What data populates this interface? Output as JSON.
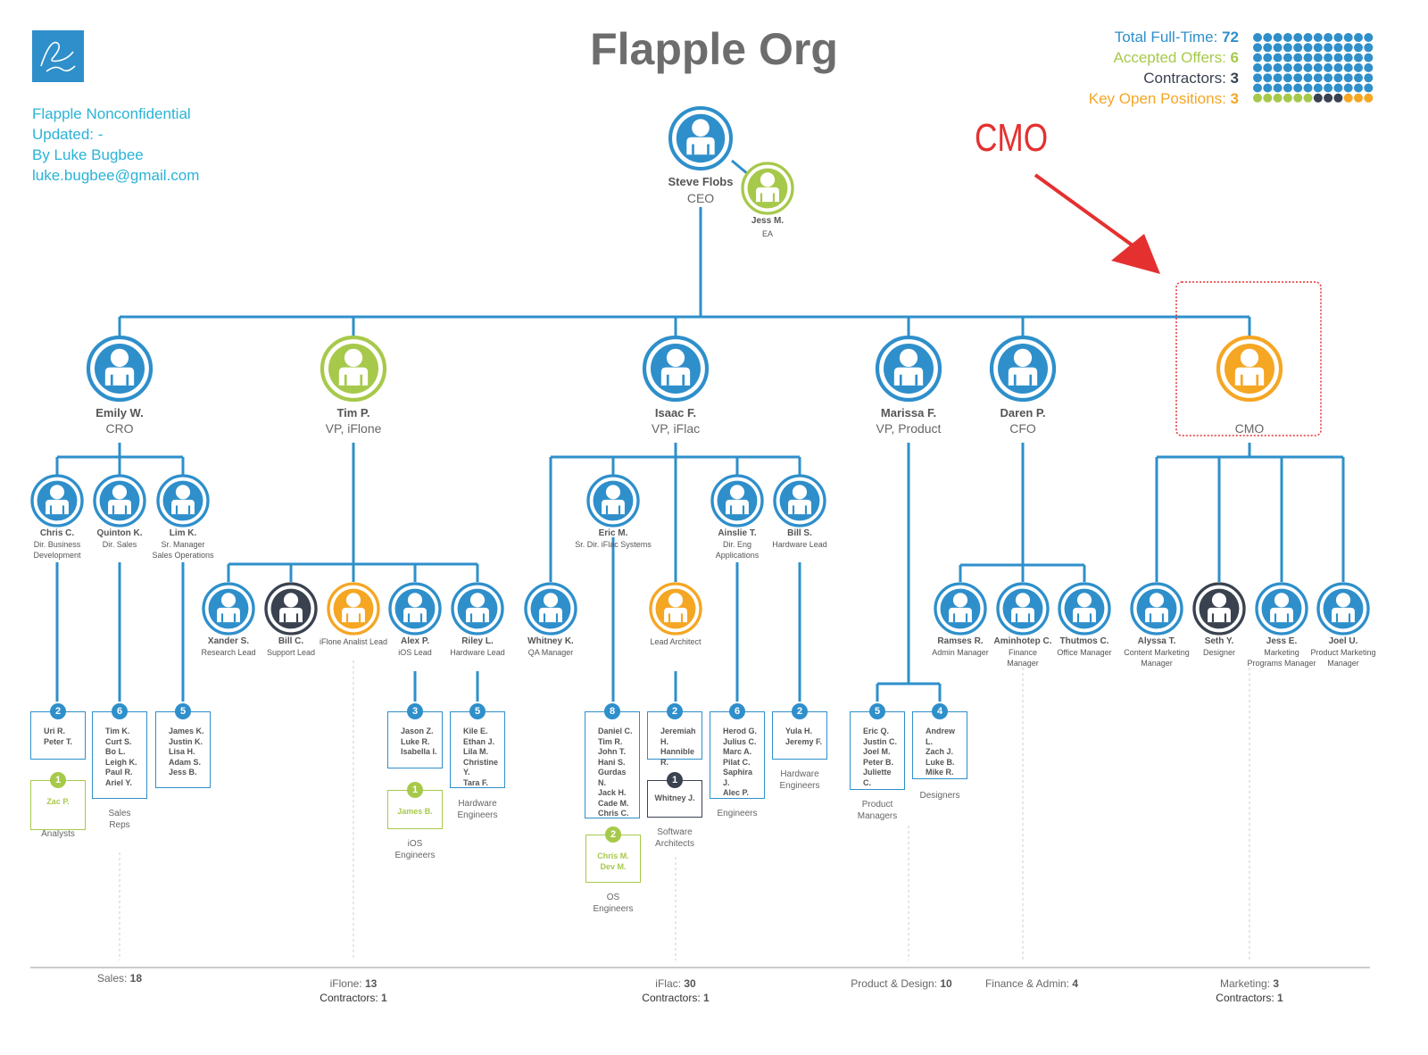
{
  "title": "Flapple Org",
  "info": [
    "Flapple  Nonconfidential",
    "Updated: -",
    "By Luke Bugbee",
    "luke.bugbee@gmail.com"
  ],
  "stats": [
    {
      "label": "Total Full-Time:",
      "value": "72",
      "color": "#2e8fcb"
    },
    {
      "label": "Accepted Offers:",
      "value": "6",
      "color": "#a7c94b"
    },
    {
      "label": "Contractors:",
      "value": "3",
      "color": "#3a4250"
    },
    {
      "label": "Key Open Positions:",
      "value": "3",
      "color": "#f5a623"
    }
  ],
  "dot_grid": {
    "total": 84,
    "full_time": 72,
    "accepted": 6,
    "contractors": 3,
    "open": 3
  },
  "annotation": "CMO",
  "colors": {
    "employee": "#2e8fcb",
    "accepted": "#a7c94b",
    "contractor": "#3a4250",
    "open": "#f5a623",
    "annotation": "#e53030"
  },
  "ceo": {
    "name": "Steve Flobs",
    "role": "CEO"
  },
  "ea": {
    "name": "Jess M.",
    "role": "EA"
  },
  "execs": [
    {
      "name": "Emily W.",
      "role": "CRO"
    },
    {
      "name": "Tim P.",
      "role": "VP, iFlone"
    },
    {
      "name": "Isaac F.",
      "role": "VP, iFlac"
    },
    {
      "name": "Marissa F.",
      "role": "VP, Product"
    },
    {
      "name": "Daren P.",
      "role": "CFO"
    },
    {
      "name": "",
      "role": "CMO"
    }
  ],
  "level2": [
    {
      "name": "Chris C.",
      "role": [
        "Dir. Business",
        "Development"
      ]
    },
    {
      "name": "Quinton K.",
      "role": [
        "Dir. Sales"
      ]
    },
    {
      "name": "Lim K.",
      "role": [
        "Sr. Manager",
        "Sales Operations"
      ]
    },
    {
      "name": "Eric M.",
      "role": [
        "Sr. Dir. iFlac Systems"
      ]
    },
    {
      "name": "Ainslie T.",
      "role": [
        "Dir. Eng",
        "Applications"
      ]
    },
    {
      "name": "Bill S.",
      "role": [
        "Hardware Lead"
      ]
    }
  ],
  "level3": [
    {
      "name": "Xander S.",
      "role": [
        "Research Lead"
      ]
    },
    {
      "name": "Bill C.",
      "role": [
        "Support Lead"
      ]
    },
    {
      "name": "",
      "role": [
        "iFlone Analist Lead"
      ]
    },
    {
      "name": "Alex P.",
      "role": [
        "iOS Lead"
      ]
    },
    {
      "name": "Riley L.",
      "role": [
        "Hardware Lead"
      ]
    },
    {
      "name": "Whitney K.",
      "role": [
        "QA Manager"
      ]
    },
    {
      "name": "",
      "role": [
        "Lead Architect"
      ]
    },
    {
      "name": "Ramses R.",
      "role": [
        "Admin Manager"
      ]
    },
    {
      "name": "Aminhotep C.",
      "role": [
        "Finance",
        "Manager"
      ]
    },
    {
      "name": "Thutmos C.",
      "role": [
        "Office Manager"
      ]
    },
    {
      "name": "Alyssa T.",
      "role": [
        "Content Marketing",
        "Manager"
      ]
    },
    {
      "name": "Seth Y.",
      "role": [
        "Designer"
      ]
    },
    {
      "name": "Jess E.",
      "role": [
        "Marketing",
        "Programs Manager"
      ]
    },
    {
      "name": "Joel U.",
      "role": [
        "Product Marketing",
        "Manager"
      ]
    }
  ],
  "teams": [
    {
      "count": "2",
      "members": [
        "Uri R.",
        "Peter T."
      ],
      "label": [
        "Analysts"
      ]
    },
    {
      "count": "1",
      "members": [
        "Zac P."
      ],
      "label": []
    },
    {
      "count": "6",
      "members": [
        "Tim K.",
        "Curt S.",
        "Bo L.",
        "Leigh K.",
        "Paul R.",
        "Ariel Y."
      ],
      "label": [
        "Sales",
        "Reps"
      ]
    },
    {
      "count": "5",
      "members": [
        "James K.",
        "Justin K.",
        "Lisa H.",
        "Adam S.",
        "Jess B."
      ],
      "label": []
    },
    {
      "count": "3",
      "members": [
        "Jason Z.",
        "Luke R.",
        "Isabella I."
      ],
      "label": [
        "iOS",
        "Engineers"
      ]
    },
    {
      "count": "1",
      "members": [
        "James B."
      ],
      "label": []
    },
    {
      "count": "5",
      "members": [
        "Kile E.",
        "Ethan J.",
        "Lila M.",
        "Christine Y.",
        "Tara F."
      ],
      "label": [
        "Hardware",
        "Engineers"
      ]
    },
    {
      "count": "8",
      "members": [
        "Daniel C.",
        "Tim R.",
        "John T.",
        "Hani S.",
        "Gurdas N.",
        "Jack H.",
        "Cade M.",
        "Chris C."
      ],
      "label": []
    },
    {
      "count": "2",
      "members": [
        "Chris M.",
        "Dev M."
      ],
      "label": [
        "OS",
        "Engineers"
      ]
    },
    {
      "count": "2",
      "members": [
        "Jeremiah H.",
        "Hannible R."
      ],
      "label": []
    },
    {
      "count": "1",
      "members": [
        "Whitney J."
      ],
      "label": [
        "Software",
        "Architects"
      ]
    },
    {
      "count": "6",
      "members": [
        "Herod G.",
        "Julius C.",
        "Marc A.",
        "Pilat C.",
        "Saphira J.",
        "Alec P."
      ],
      "label": [
        "Engineers"
      ]
    },
    {
      "count": "2",
      "members": [
        "Yula H.",
        "Jeremy F."
      ],
      "label": [
        "Hardware",
        "Engineers"
      ]
    },
    {
      "count": "5",
      "members": [
        "Eric Q.",
        "Justin C.",
        "Joel M.",
        "Peter B.",
        "Juliette C."
      ],
      "label": [
        "Product",
        "Managers"
      ]
    },
    {
      "count": "4",
      "members": [
        "Andrew L.",
        "Zach J.",
        "Luke B.",
        "Mike R."
      ],
      "label": [
        "Designers"
      ]
    }
  ],
  "depts": [
    {
      "name": "Sales:",
      "count": "18",
      "contractors": ""
    },
    {
      "name": "iFlone:",
      "count": "13",
      "contractors": "1"
    },
    {
      "name": "iFlac:",
      "count": "30",
      "contractors": "1"
    },
    {
      "name": "Product & Design:",
      "count": "10",
      "contractors": ""
    },
    {
      "name": "Finance & Admin:",
      "count": "4",
      "contractors": ""
    },
    {
      "name": "Marketing:",
      "count": "3",
      "contractors": "1"
    }
  ],
  "contractors_label": "Contractors:"
}
